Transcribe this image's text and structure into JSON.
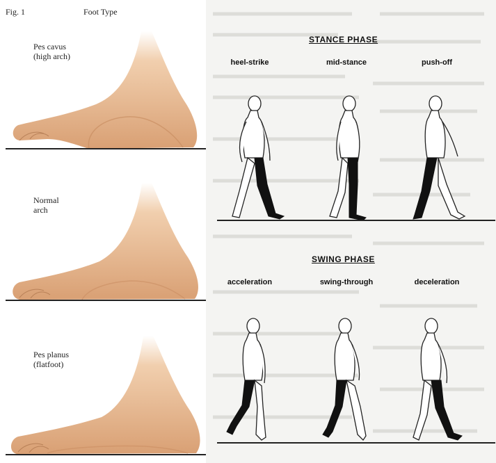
{
  "figure": {
    "number": "Fig. 1",
    "title": "Foot Type"
  },
  "foot_types": [
    {
      "label": "Pes cavus\n(high arch)",
      "arch": "high"
    },
    {
      "label": "Normal\narch",
      "arch": "normal"
    },
    {
      "label": "Pes planus\n(flatfoot)",
      "arch": "flat"
    }
  ],
  "gait": {
    "stance_phase": {
      "title": "STANCE PHASE",
      "stages": [
        "heel-strike",
        "mid-stance",
        "push-off"
      ]
    },
    "swing_phase": {
      "title": "SWING PHASE",
      "stages": [
        "acceleration",
        "swing-through",
        "deceleration"
      ]
    }
  },
  "colors": {
    "skin": "#e9b98e",
    "skin_shadow": "#c98e62",
    "line": "#222222",
    "shaded_leg": "#111111"
  }
}
